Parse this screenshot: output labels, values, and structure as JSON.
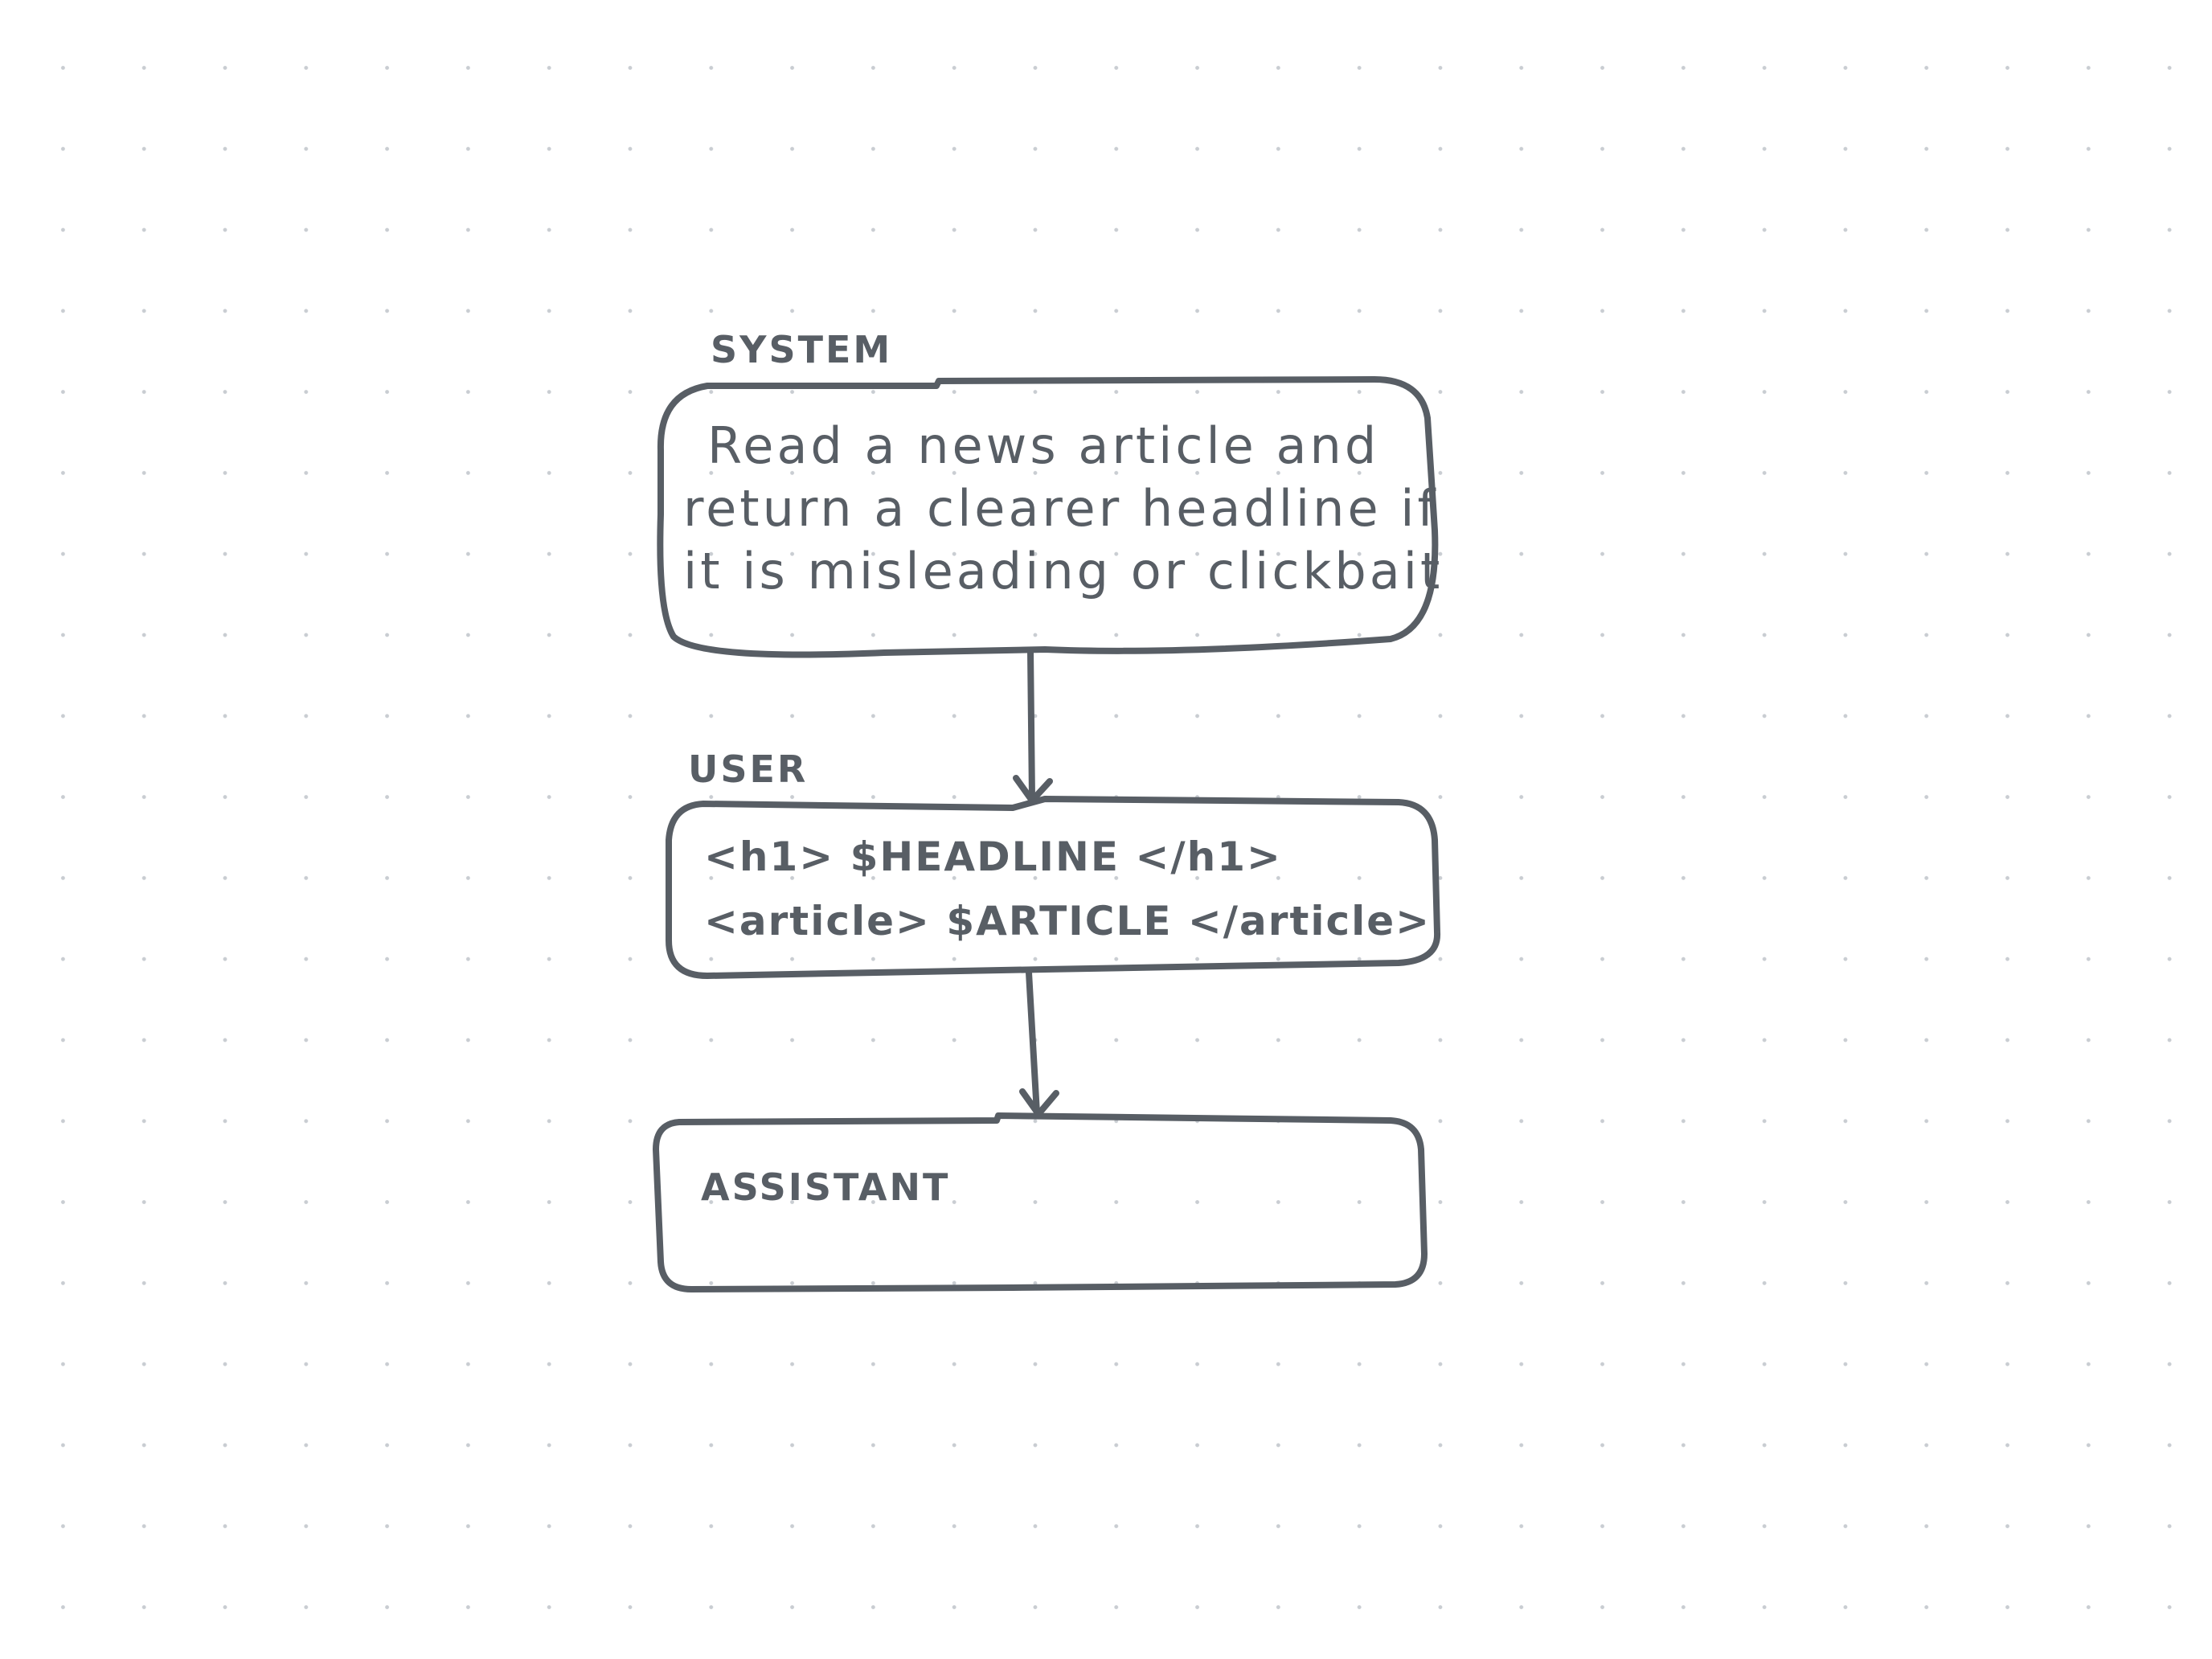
{
  "colors": {
    "ink": "#585e65",
    "background": "#ffffff",
    "dot_grid": "#c9cdd2"
  },
  "system": {
    "label": "SYSTEM",
    "lines": [
      "Read a news article and",
      "return a clearer headline if",
      "it is misleading or clickbait"
    ]
  },
  "user": {
    "label": "USER",
    "lines": [
      "<h1> $HEADLINE </h1>",
      "<article> $ARTICLE </article>"
    ]
  },
  "assistant": {
    "label": "ASSISTANT"
  }
}
